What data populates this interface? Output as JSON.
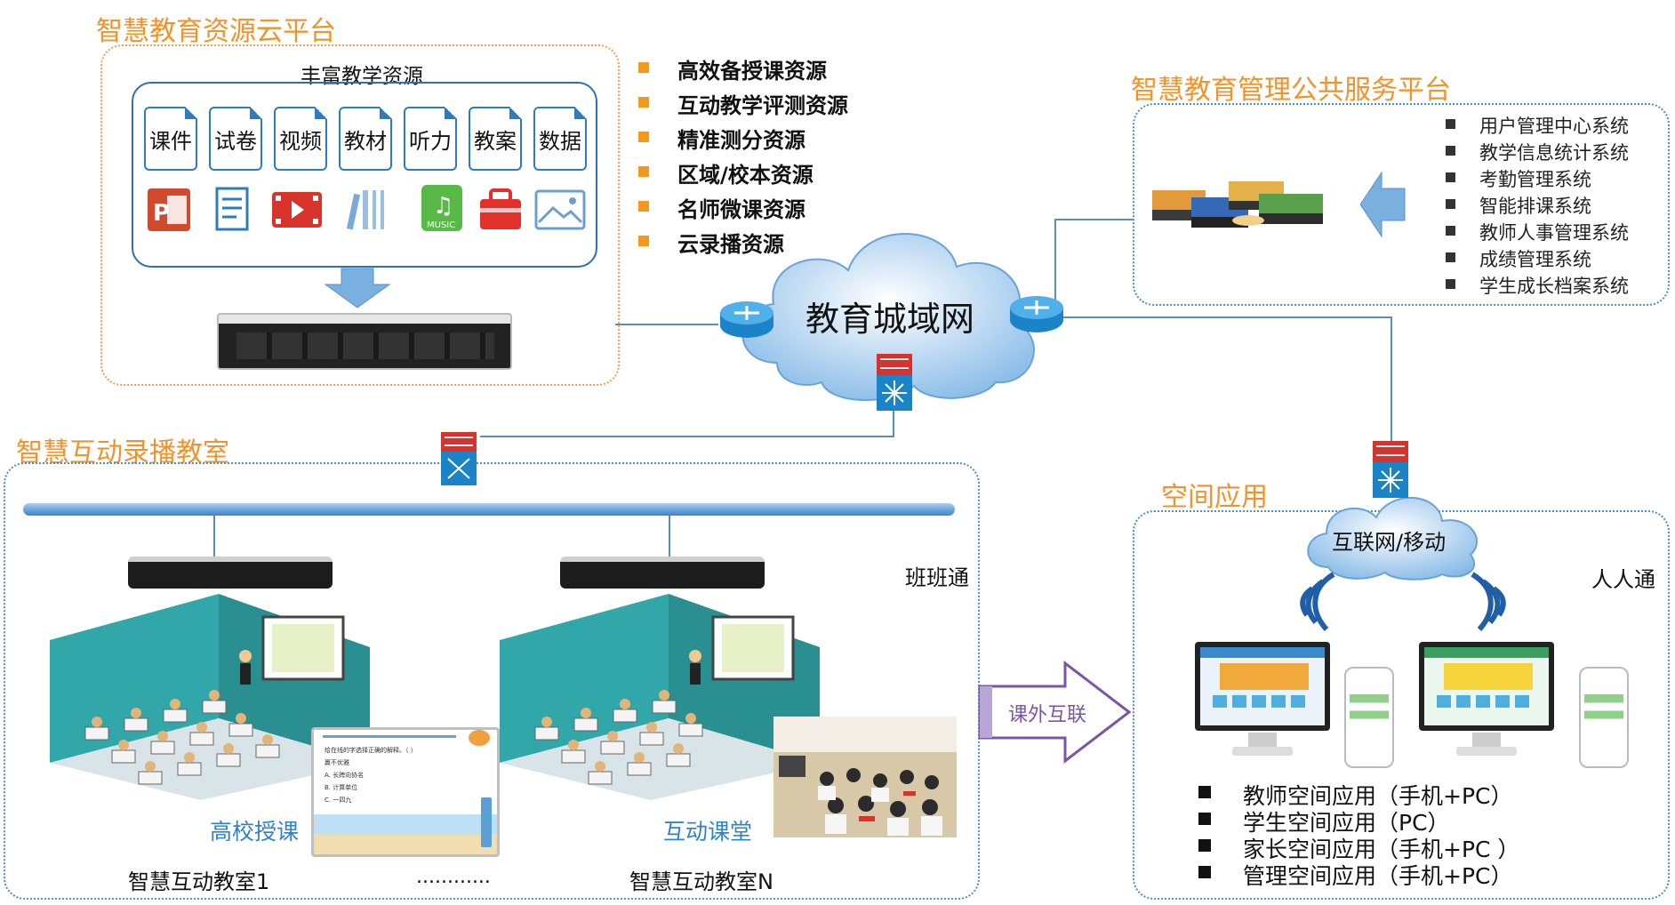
{
  "cloud_platform": {
    "title": "智慧教育资源云平台",
    "rich_title": "丰富教学资源",
    "doc_labels": [
      "课件",
      "试卷",
      "视频",
      "教材",
      "听力",
      "教案",
      "数据"
    ],
    "features": [
      "高效备授课资源",
      "互动教学评测资源",
      "精准测分资源",
      "区域/校本资源",
      "名师微课资源",
      "云录播资源"
    ]
  },
  "network": {
    "label": "教育城域网"
  },
  "mgmt_platform": {
    "title": "智慧教育管理公共服务平台",
    "systems": [
      "用户管理中心系统",
      "教学信息统计系统",
      "考勤管理系统",
      "智能排课系统",
      "教师人事管理系统",
      "成绩管理系统",
      "学生成长档案系统"
    ]
  },
  "classroom": {
    "title": "智慧互动录播教室",
    "banbantong": "班班通",
    "room1_caption": "高校授课",
    "room2_caption": "互动课堂",
    "room1_label": "智慧互动教室1",
    "dots": "............",
    "roomn_label": "智慧互动教室N",
    "quiz_lines": [
      "给在线的字选择正确的解释。（  ）",
      "赢不优雅",
      "A. 长跨向协名",
      "B. 计算单位",
      "C. 一四九"
    ]
  },
  "arrow": {
    "label": "课外互联"
  },
  "space": {
    "title": "空间应用",
    "internet": "互联网/移动",
    "renrentong": "人人通",
    "apps": [
      "教师空间应用（手机+PC）",
      "学生空间应用（PC）",
      "家长空间应用（手机+PC ）",
      "管理空间应用（手机+PC）"
    ]
  },
  "colors": {
    "accent_orange": "#f0932b",
    "accent_blue": "#2f6fb3",
    "teal": "#2aa7a9"
  }
}
